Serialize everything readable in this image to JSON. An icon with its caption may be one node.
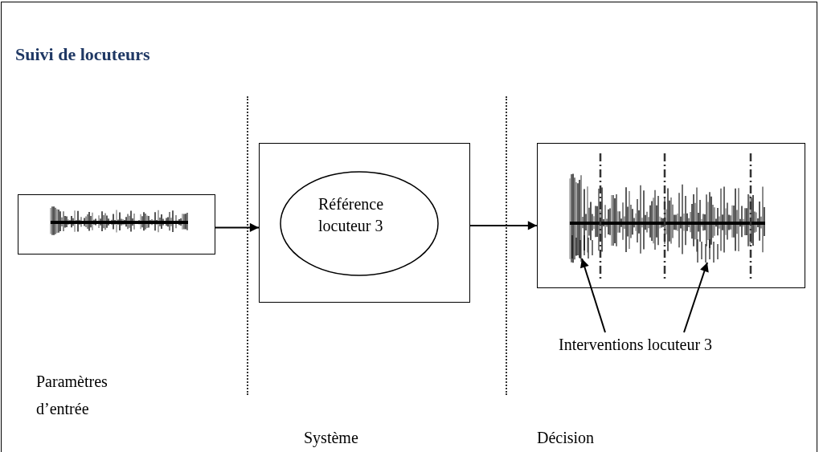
{
  "diagram": {
    "title": "Suivi de locuteurs",
    "nodes": [
      {
        "text": [],
        "shape": "box"
      },
      {
        "text": [],
        "shape": "box"
      },
      {
        "text": [
          "Référence locuteur 3"
        ],
        "in": 1
      },
      {
        "text": [],
        "shape": "box"
      },
      {
        "text": [
          "Interventions locuteur 3"
        ]
      },
      {
        "text": [],
        "shape": "picture",
        "in": 3
      },
      {
        "text": [],
        "shape": "picture",
        "in": 3
      }
    ],
    "edges": [
      {
        "from": 0,
        "to": 1,
        "arrow": "to"
      },
      {
        "from": 1,
        "to": 3,
        "arrow": "to"
      },
      {
        "from": 4,
        "to": 5,
        "arrow": "to"
      },
      {
        "from": 4,
        "to": 6,
        "arrow": "to"
      }
    ],
    "labels": [
      "Paramètres d’entrée",
      "Système",
      "Décision"
    ]
  }
}
